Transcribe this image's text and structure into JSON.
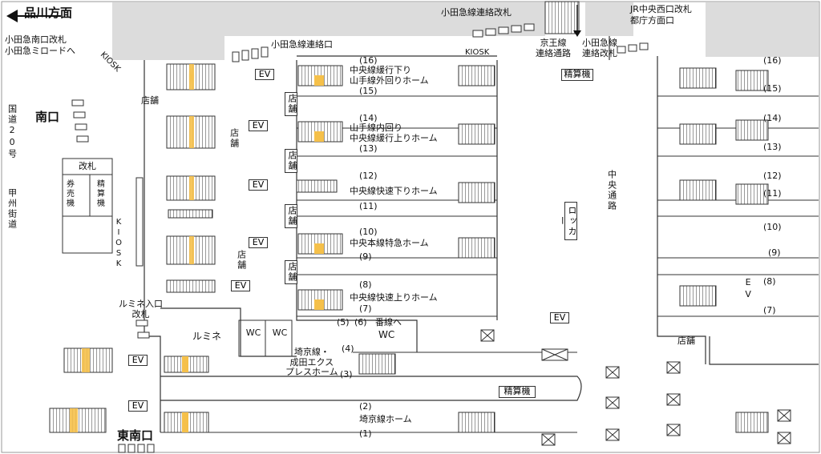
{
  "directions": {
    "shinagawa": "品川方面",
    "odakyu_south_gate": "小田急南口改札",
    "odakyu_mylord": "小田急ミロードへ",
    "odakyu_connection_gate": "小田急線連絡改札",
    "odakyu_connection_exit": "小田急線連絡口",
    "jr_chuo_west_gate": "JR中央西口改札",
    "tocho_direction": "都庁方面口",
    "keio_passage": "京王線\n連絡通路",
    "odakyu_gate": "小田急線\n連絡改札",
    "to_platform": "番線へ"
  },
  "exits": {
    "south": "南口",
    "southeast": "東南口",
    "lumine_gate": "ルミネ入口\n改札",
    "gate": "改札"
  },
  "streets": {
    "route20": "国道20号",
    "koshu": "甲州街道",
    "chuo_passage": "中央通路"
  },
  "facilities": {
    "kiosk": "KIOSK",
    "ticket": "券売機",
    "fare_adjust": "精算機",
    "shop": "店舗",
    "ev": "EV",
    "wc": "WC",
    "locker": "ロッカー",
    "lumine": "ルミネ"
  },
  "platforms": {
    "p16": "(16)",
    "p15": "(15)",
    "p14": "(14)",
    "p13": "(13)",
    "p12": "(12)",
    "p11": "(11)",
    "p10": "(10)",
    "p9": "(9)",
    "p8": "(8)",
    "p7": "(7)",
    "p6": "(6)",
    "p5": "(5)",
    "p4": "(4)",
    "p3": "(3)",
    "p2": "(2)",
    "p1": "(1)",
    "label_15_16": "中央線緩行下り\n山手線外回りホーム",
    "label_13_14": "山手線内回り\n中央線緩行上りホーム",
    "label_11_12": "中央線快速下りホーム",
    "label_9_10": "中央本線特急ホーム",
    "label_7_8": "中央線快速上りホーム",
    "label_3_4": "埼京線・\n成田エクス\nプレスホーム",
    "label_1_2": "埼京線ホーム"
  },
  "colors": {
    "stair_yellow": "#f5c04a",
    "stair_glow": "#fbe7a6",
    "grey_area": "#dddddd",
    "line": "#222222"
  }
}
